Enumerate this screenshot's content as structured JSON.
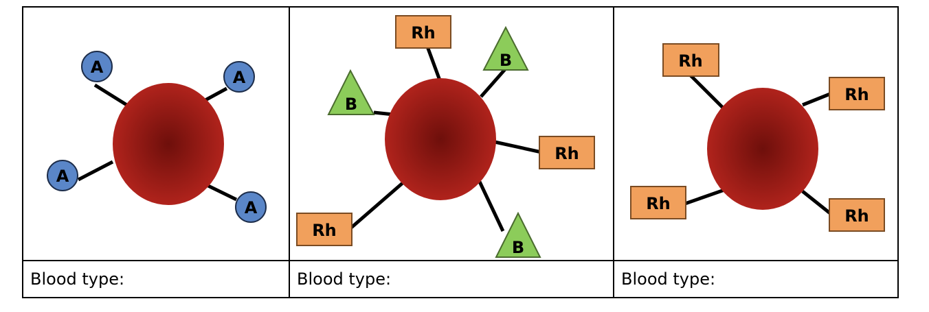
{
  "panels": [
    {
      "label": "Blood type:",
      "antigens": [
        "A",
        "A",
        "A",
        "A"
      ]
    },
    {
      "label": "Blood type:",
      "antigens": [
        "Rh",
        "B",
        "B",
        "Rh",
        "Rh",
        "B"
      ]
    },
    {
      "label": "Blood type:",
      "antigens": [
        "Rh",
        "Rh",
        "Rh",
        "Rh"
      ]
    }
  ],
  "colors": {
    "cell_dark": "#6e0f0b",
    "cell_light": "#b0231c",
    "antigen_a": "#5a86c8",
    "antigen_b": "#8ccc5a",
    "antigen_rh": "#f1a05c"
  }
}
